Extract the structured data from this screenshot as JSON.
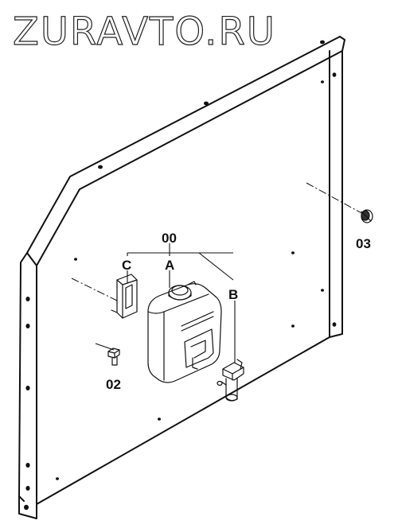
{
  "watermark": "ZURAVTO.RU",
  "labels": {
    "assembly": "00",
    "part_a": "A",
    "part_b": "B",
    "part_c": "C",
    "part_02": "02",
    "part_03": "03"
  }
}
